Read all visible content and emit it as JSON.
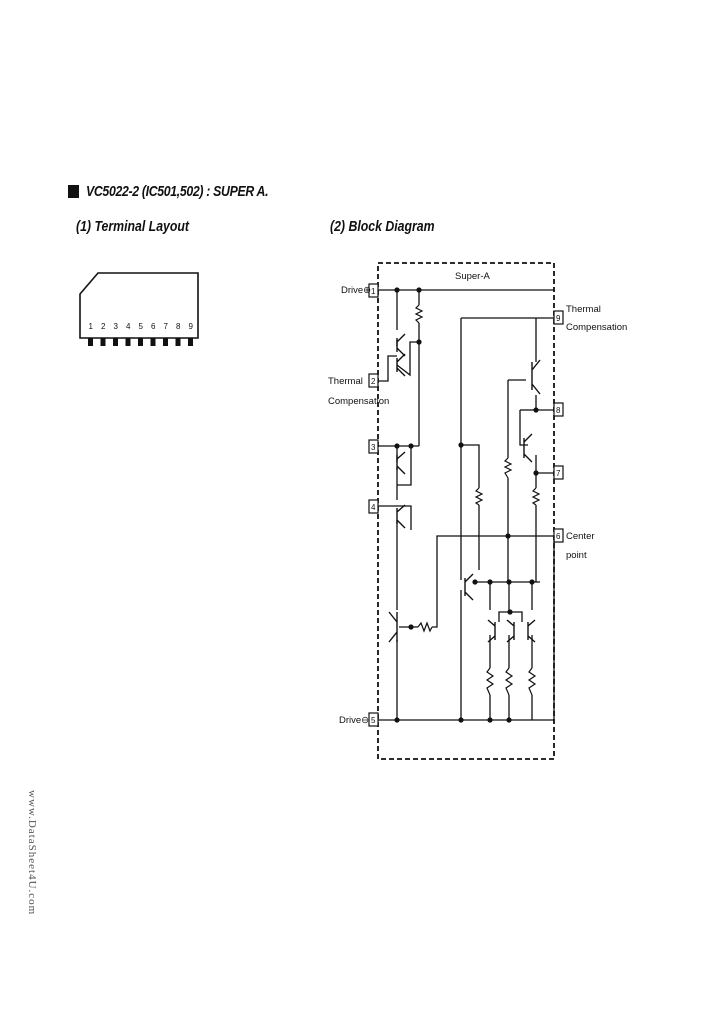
{
  "header": {
    "title": "VC5022-2 (IC501,502) : SUPER A."
  },
  "terminal_layout": {
    "heading": "(1) Terminal Layout",
    "pins": [
      "1",
      "2",
      "3",
      "4",
      "5",
      "6",
      "7",
      "8",
      "9"
    ]
  },
  "block_diagram": {
    "heading": "(2) Block Diagram",
    "box_label": "Super-A",
    "left_labels": {
      "p1": "Drive⊕",
      "p2_line1": "Thermal",
      "p2_line2": "Compensation",
      "p5": "Drive⊖"
    },
    "right_labels": {
      "p9_line1": "Thermal",
      "p9_line2": "Compensation",
      "p6_line1": "Center",
      "p6_line2": "point"
    },
    "pin_numbers": {
      "p1": "1",
      "p2": "2",
      "p3": "3",
      "p4": "4",
      "p5": "5",
      "p6": "6",
      "p7": "7",
      "p8": "8",
      "p9": "9"
    }
  },
  "watermark": "www.DataSheet4U.com"
}
